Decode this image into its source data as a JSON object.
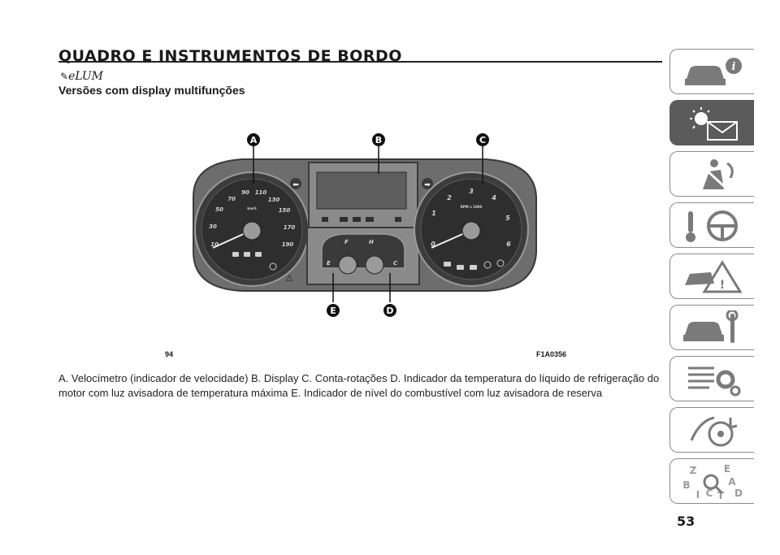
{
  "header": {
    "title": "QUADRO E INSTRUMENTOS DE BORDO",
    "logo_text": "eLUM",
    "subtitle": "Versões com display multifunções"
  },
  "figure": {
    "number": "94",
    "code": "F1A0356",
    "callouts": [
      "A",
      "B",
      "C",
      "D",
      "E"
    ],
    "speedometer": {
      "unit": "km/h",
      "ticks": [
        "10",
        "30",
        "50",
        "70",
        "90",
        "110",
        "130",
        "150",
        "170",
        "190"
      ]
    },
    "tachometer": {
      "unit": "RPM x 1000",
      "ticks": [
        "0",
        "1",
        "2",
        "3",
        "4",
        "5",
        "6"
      ]
    },
    "temp_labels": [
      "H",
      "C"
    ],
    "fuel_labels": [
      "F",
      "E"
    ]
  },
  "caption": "A. Velocímetro (indicador de velocidade) B. Display C. Conta-rotações D. Indicador da temperatura do líquido de refrigeração do motor com luz avisadora de temperatura máxima E. Indicador de nível do combustível com luz avisadora de reserva",
  "page_number": "53",
  "side_tabs": [
    {
      "icon": "car-info-icon",
      "active": false
    },
    {
      "icon": "dashboard-lights-icon",
      "active": true
    },
    {
      "icon": "seatbelt-airbag-icon",
      "active": false
    },
    {
      "icon": "steering-wheel-key-icon",
      "active": false
    },
    {
      "icon": "warning-triangle-car-icon",
      "active": false
    },
    {
      "icon": "car-maintenance-icon",
      "active": false
    },
    {
      "icon": "specs-gears-icon",
      "active": false
    },
    {
      "icon": "multimedia-icon",
      "active": false
    },
    {
      "icon": "alphabetical-index-icon",
      "active": false
    }
  ],
  "index_tab_letters": [
    "Z",
    "E",
    "B",
    "A",
    "I",
    "C",
    "T",
    "D"
  ]
}
